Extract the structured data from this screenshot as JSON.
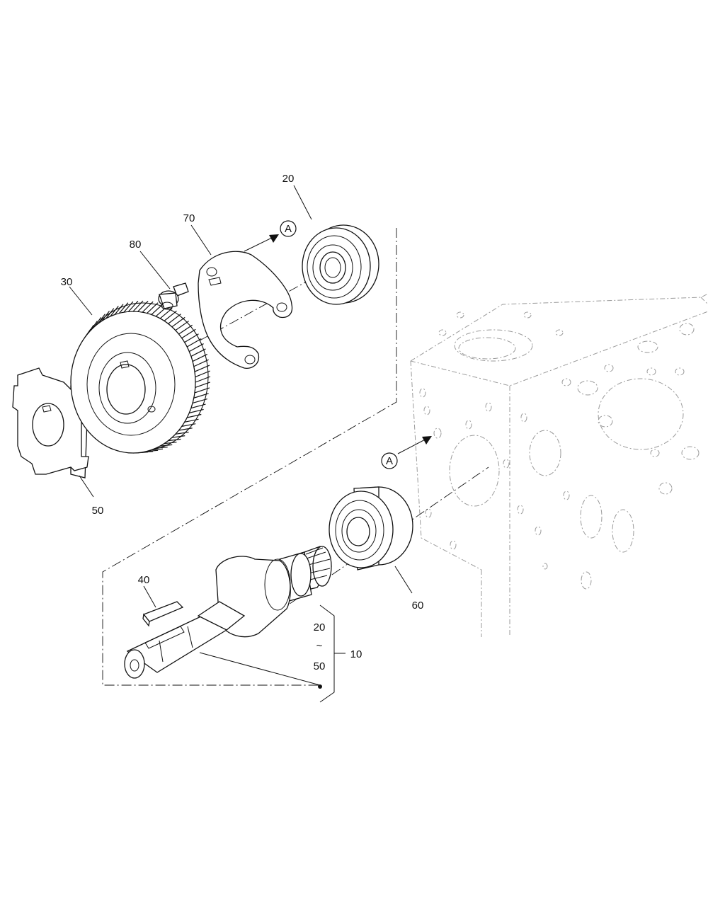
{
  "callouts": {
    "c20": "20",
    "c70": "70",
    "c80": "80",
    "c30": "30",
    "c50": "50",
    "c40": "40",
    "c60": "60",
    "c10": "10"
  },
  "range": {
    "from": "20",
    "tilde": "~",
    "to": "50"
  },
  "refs": {
    "upper": "A",
    "lower": "A"
  },
  "colors": {
    "line": "#111111",
    "phantom": "#9a9a9a",
    "background": "#ffffff"
  }
}
